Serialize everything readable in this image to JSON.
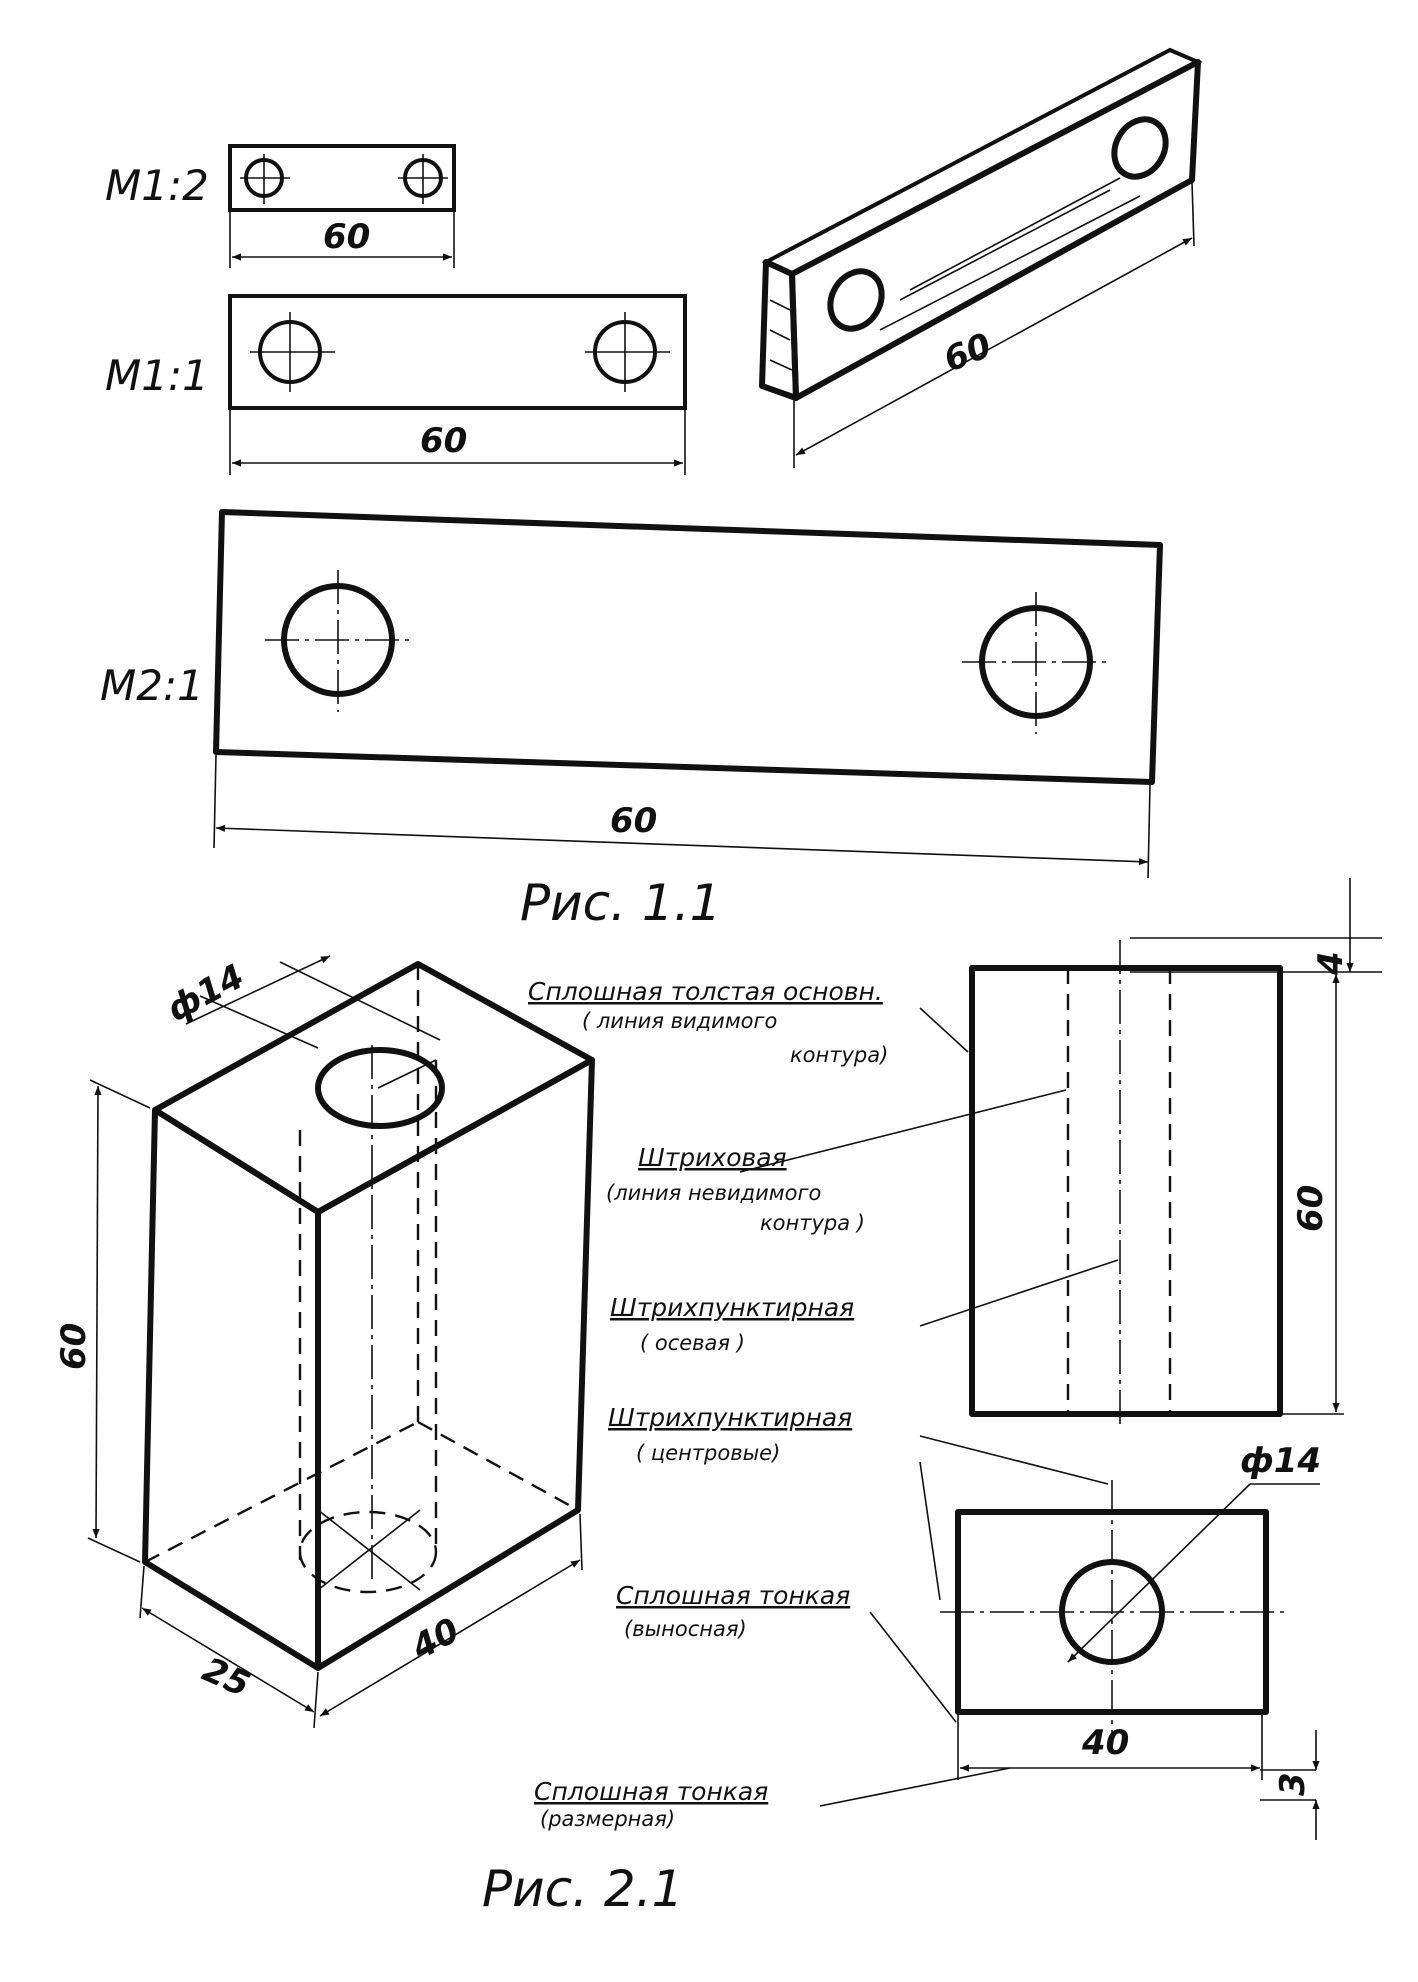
{
  "figure1": {
    "caption": "Рис. 1.1",
    "views": [
      {
        "scale": "M1:2",
        "dimension": "60"
      },
      {
        "scale": "M1:1",
        "dimension": "60"
      },
      {
        "scale": "M2:1",
        "dimension": "60"
      }
    ],
    "isometric_dimension": "60"
  },
  "figure2": {
    "caption": "Рис. 2.1",
    "iso_dims": {
      "diameter": "ф14",
      "height": "60",
      "width": "25",
      "length": "40"
    },
    "front_dims": {
      "top": "4",
      "height": "60"
    },
    "plan_dims": {
      "diameter": "ф14",
      "length": "40",
      "gap": "3"
    },
    "notes": [
      {
        "title": "Сплошная толстая основн.",
        "lines": [
          "( линия видимого",
          "контура)"
        ]
      },
      {
        "title": "Штриховая",
        "lines": [
          "(линия невидимого",
          "контура )"
        ]
      },
      {
        "title": "Штрихпунктирная",
        "lines": [
          "( осевая )"
        ]
      },
      {
        "title": "Штрихпунктирная",
        "lines": [
          "( центровые)"
        ]
      },
      {
        "title": "Сплошная тонкая",
        "lines": [
          "(выносная)"
        ]
      },
      {
        "title": "Сплошная тонкая",
        "lines": [
          "(размерная)"
        ]
      }
    ]
  }
}
